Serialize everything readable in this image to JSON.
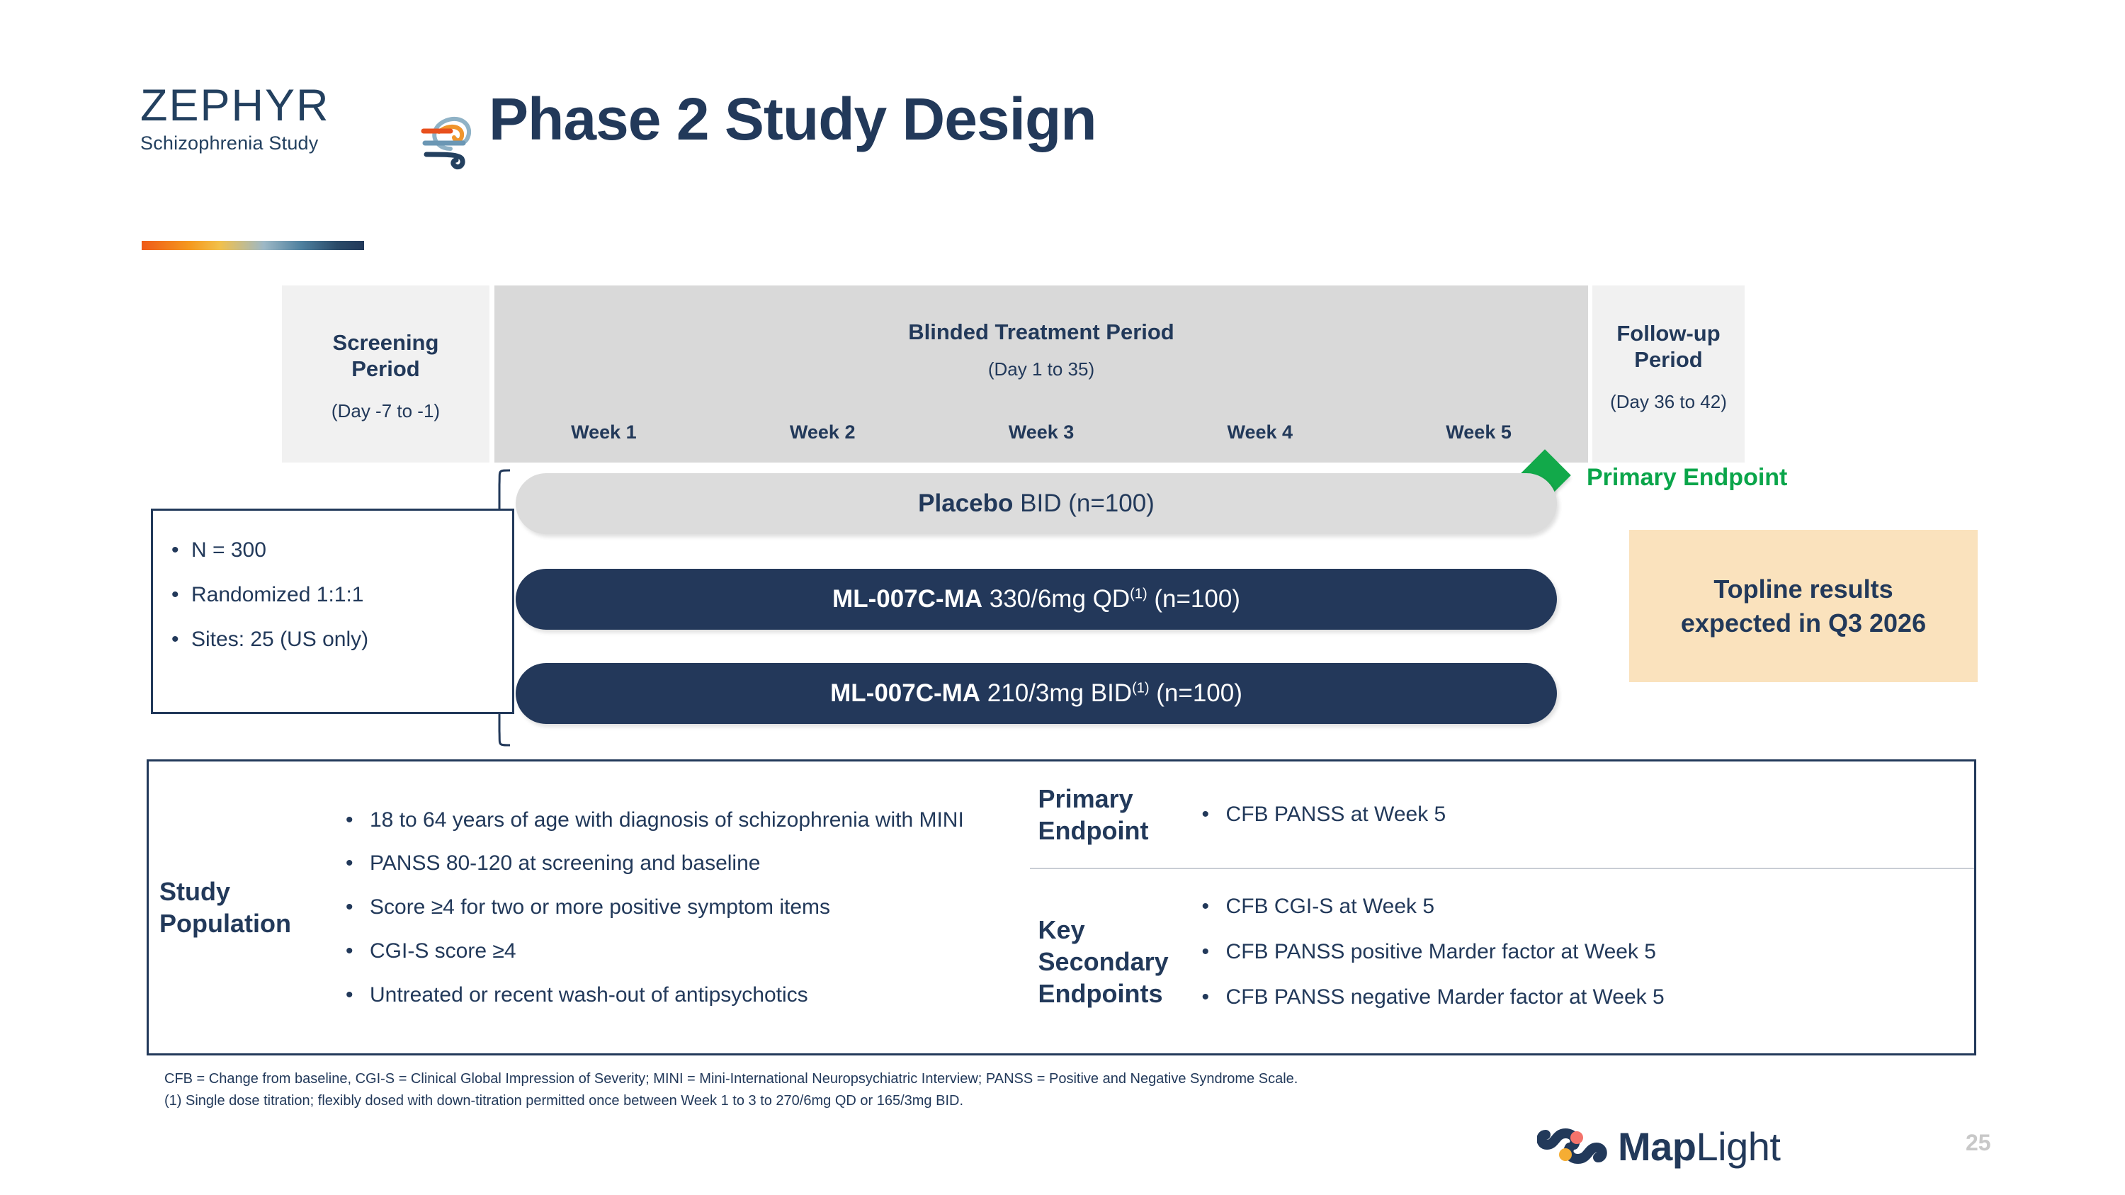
{
  "brand": {
    "logo_word": "ZEPHYR",
    "logo_subtitle": "Schizophrenia Study",
    "company_name_bold": "Map",
    "company_name_light": "Light",
    "accent_green": "#0aa54a",
    "accent_navy": "#22395a",
    "accent_cream": "#fae2bd"
  },
  "header": {
    "title": "Phase 2 Study Design",
    "page_number": "25"
  },
  "timeline": {
    "screening": {
      "title": "Screening\nPeriod",
      "title_line1": "Screening",
      "title_line2": "Period",
      "days": "(Day -7 to -1)"
    },
    "blinded": {
      "title": "Blinded Treatment Period",
      "days": "(Day 1 to 35)",
      "weeks": [
        "Week 1",
        "Week 2",
        "Week 3",
        "Week 4",
        "Week 5"
      ]
    },
    "followup": {
      "title_line1": "Follow-up",
      "title_line2": "Period",
      "days": "(Day 36 to 42)"
    }
  },
  "endpoint_marker": {
    "label": "Primary Endpoint",
    "icon": "green-diamond-icon"
  },
  "arms": [
    {
      "name_bold": "Placebo",
      "detail": " BID (n=100)",
      "footnote": "",
      "style": "placebo"
    },
    {
      "name_bold": "ML-007C-MA",
      "detail": " 330/6mg QD",
      "footnote": "(1)",
      "detail_tail": " (n=100)",
      "style": "drug"
    },
    {
      "name_bold": "ML-007C-MA",
      "detail": " 210/3mg BID",
      "footnote": "(1)",
      "detail_tail": " (n=100)",
      "style": "drug"
    }
  ],
  "info_box": {
    "items": [
      "N = 300",
      "Randomized 1:1:1",
      "Sites: 25 (US only)"
    ]
  },
  "topline_callout": {
    "line1": "Topline results",
    "line2": "expected in Q3 2026"
  },
  "bottom_table": {
    "study_population": {
      "label_line1": "Study",
      "label_line2": "Population",
      "bullets": [
        "18 to 64 years of age with diagnosis of schizophrenia with MINI",
        "PANSS 80-120 at screening and baseline",
        "Score ≥4 for two or more positive symptom items",
        "CGI-S score ≥4",
        "Untreated or recent wash-out of antipsychotics"
      ]
    },
    "primary_endpoint": {
      "label_line1": "Primary",
      "label_line2": "Endpoint",
      "bullets": [
        "CFB PANSS at Week 5"
      ]
    },
    "key_secondary_endpoints": {
      "label_line1": "Key Secondary",
      "label_line2": "Endpoints",
      "bullets": [
        "CFB CGI-S at Week 5",
        "CFB PANSS positive Marder factor at Week 5",
        "CFB PANSS negative Marder factor at Week 5"
      ]
    }
  },
  "footnotes": {
    "abbreviations": "CFB = Change from baseline, CGI-S = Clinical Global Impression of Severity; MINI = Mini-International Neuropsychiatric Interview; PANSS = Positive and Negative Syndrome Scale.",
    "note_1": "(1)  Single dose titration; flexibly dosed with down-titration permitted once between Week 1 to 3 to 270/6mg QD or 165/3mg BID."
  }
}
